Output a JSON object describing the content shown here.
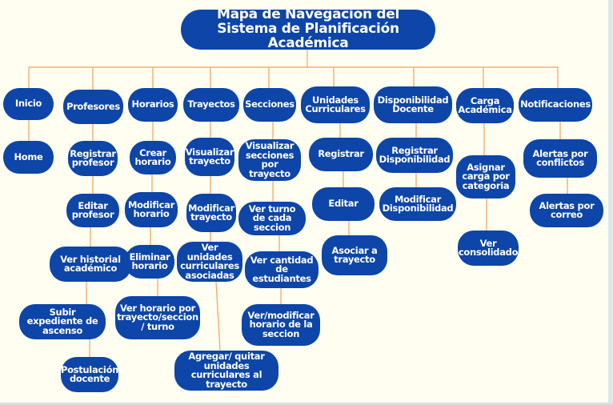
{
  "diagram": {
    "title": "Mapa de Navegación del Sistema de Planificación Académica",
    "columns": [
      {
        "header": "Inicio",
        "items": [
          "Home"
        ]
      },
      {
        "header": "Profesores",
        "items": [
          "Registrar profesor",
          "Editar profesor",
          "Ver historial académico",
          "Subir expediente de ascenso",
          "Postulación docente"
        ]
      },
      {
        "header": "Horarios",
        "items": [
          "Crear horario",
          "Modificar horario",
          "Eliminar horario",
          "Ver horario por trayecto/seccion / turno"
        ]
      },
      {
        "header": "Trayectos",
        "items": [
          "Visualizar trayecto",
          "Modificar trayecto",
          "Ver unidades curriculares asociadas",
          "Agregar/ quitar unidades curriculares al trayecto"
        ]
      },
      {
        "header": "Secciones",
        "items": [
          "Visualizar secciones por trayecto",
          "Ver turno de cada seccion",
          "Ver cantidad de estudiantes",
          "Ver/modificar horario de la seccion"
        ]
      },
      {
        "header": "Unidades Curriculares",
        "items": [
          "Registrar",
          "Editar",
          "Asociar a trayecto"
        ]
      },
      {
        "header": "Disponibilidad Docente",
        "items": [
          "Registrar Disponibilidad",
          "Modificar Disponibilidad"
        ]
      },
      {
        "header": "Carga Académica",
        "items": [
          "Asignar carga por categoria",
          "Ver consolidado"
        ]
      },
      {
        "header": "Notificaciones",
        "items": [
          "Alertas por conflictos",
          "Alertas por correo"
        ]
      }
    ]
  },
  "colors": {
    "node": "#0d45a8",
    "connector": "#f0a060",
    "background": "#fffef0"
  }
}
